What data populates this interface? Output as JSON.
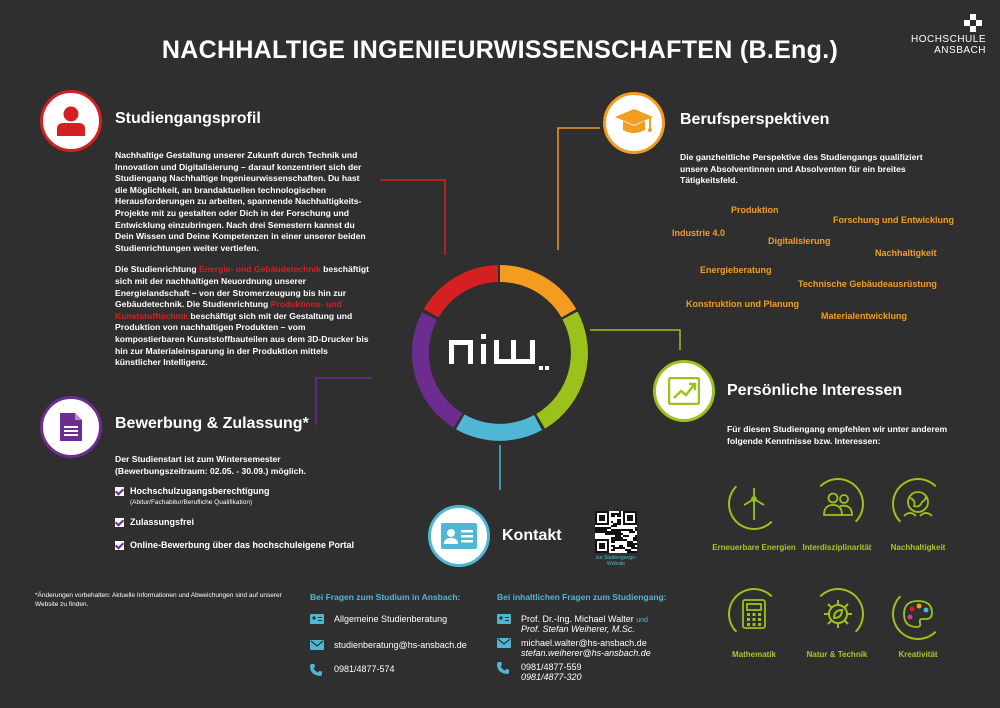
{
  "title": "NACHHALTIGE INGENIEURWISSENSCHAFTEN (B.Eng.)",
  "logo": {
    "line1": "HOCHSCHULE",
    "line2": "ANSBACH"
  },
  "center_logo": "niw",
  "profile": {
    "heading": "Studiengangsprofil",
    "para1": "Nachhaltige Gestaltung unserer Zukunft durch Technik und Innovation und Digitalisierung – darauf konzentriert sich der Studiengang Nachhaltige Ingenieurwissenschaften. Du hast die Möglichkeit, an brandaktuellen technologischen Herausforderungen zu arbeiten, spannende Nachhaltigkeits-Projekte mit zu gestalten oder Dich in der Forschung und Entwicklung einzubringen. Nach drei Semestern kannst du Dein Wissen und Deine Kompetenzen in einer unserer beiden Studienrichtungen weiter vertiefen.",
    "para2_a": "Die Studienrichtung ",
    "para2_b": "Energie- und Gebäudetechnik",
    "para2_c": " beschäftigt sich mit der nachhaltigen Neuordnung unserer Energielandschaft – von der Stromerzeugung bis hin zur Gebäudetechnik. Die Studienrichtung ",
    "para2_d": "Produktions- und Kunststofftechnik",
    "para2_e": " beschäftigt sich mit der Gestaltung und Produktion von nachhaltigen Produkten – vom kompostierbaren Kunststoffbauteilen aus dem 3D-Drucker bis hin zur Materialeinsparung in der Produktion mittels künstlicher Intelligenz."
  },
  "career": {
    "heading": "Berufsperspektiven",
    "text": "Die ganzheitliche Perspektive des Studiengangs qualifiziert unsere Absolventinnen und Absolventen für ein breites Tätigkeitsfeld.",
    "keywords": [
      "Produktion",
      "Forschung und Entwicklung",
      "Industrie 4.0",
      "Digitalisierung",
      "Nachhaltigkeit",
      "Energieberatung",
      "Technische Gebäudeausrüstung",
      "Konstruktion und Planung",
      "Materialentwicklung"
    ]
  },
  "application": {
    "heading": "Bewerbung & Zulassung*",
    "text": "Der Studienstart ist zum Wintersemester (Bewerbungszeitraum: 02.05. - 30.09.) möglich.",
    "items": [
      {
        "label": "Hochschulzugangsberechtigung",
        "sub": "(Abitur/Fachabitur/Berufliche Qualifikation)"
      },
      {
        "label": "Zulassungsfrei",
        "sub": ""
      },
      {
        "label": "Online-Bewerbung über das hochschuleigene Portal",
        "sub": ""
      }
    ]
  },
  "interests": {
    "heading": "Persönliche Interessen",
    "text": "Für diesen Studiengang empfehlen wir unter anderem folgende Kenntnisse bzw. Interessen:",
    "items": [
      "Erneuerbare Energien",
      "Interdisziplinarität",
      "Nachhaltigkeit",
      "Mathematik",
      "Natur & Technik",
      "Kreativität"
    ]
  },
  "contact": {
    "heading": "Kontakt",
    "qr_caption": "zur Studiengangs-Website",
    "note": "*Änderungen vorbehalten: Aktuelle Informationen und Abweichungen sind auf unserer Website zu finden.",
    "left_head": "Bei Fragen zum Studium in Ansbach:",
    "left_name": "Allgemeine Studienberatung",
    "left_email": "studienberatung@hs-ansbach.de",
    "left_phone": "0981/4877-574",
    "right_head": "Bei inhaltlichen Fragen zum Studiengang:",
    "right_name1": "Prof. Dr.-Ing. Michael Walter",
    "right_und": "und",
    "right_name2": "Prof. Stefan Weiherer, M.Sc.",
    "right_email1": "michael.walter@hs-ansbach.de",
    "right_email2": "stefan.weiherer@hs-ansbach.de",
    "right_phone1": "0981/4877-559",
    "right_phone2": "0981/4877-320"
  },
  "colors": {
    "red": "#d42020",
    "orange": "#f39c1f",
    "green": "#9bc21b",
    "blue": "#4fb7d4",
    "purple": "#6d2c8f",
    "background": "#2f2f2f"
  }
}
